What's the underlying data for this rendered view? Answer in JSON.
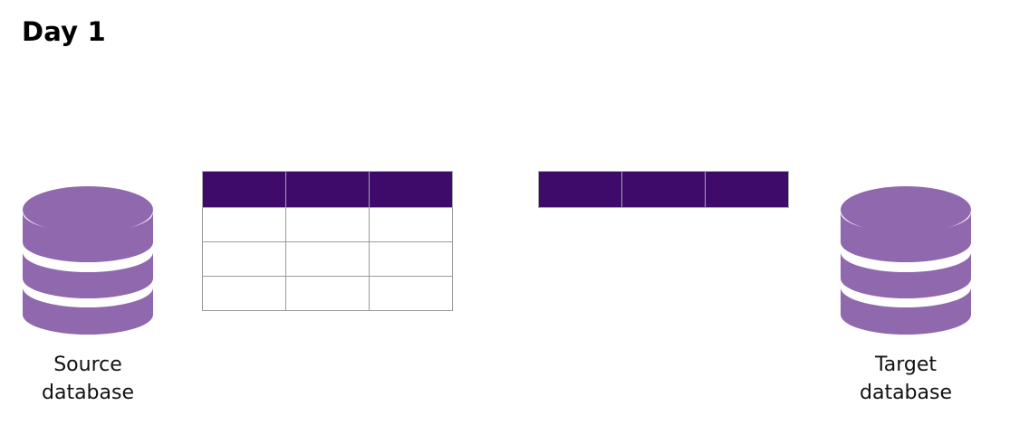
{
  "title": "Day 1",
  "colors": {
    "database": "#9068ad",
    "table_header": "#3e0b6a",
    "table_border": "#9a9a9a"
  },
  "source": {
    "icon": "database-icon",
    "label_line1": "Source",
    "label_line2": "database",
    "table": {
      "columns": 3,
      "header_rows": 1,
      "body_rows": 3
    }
  },
  "target": {
    "icon": "database-icon",
    "label_line1": "Target",
    "label_line2": "database",
    "table": {
      "columns": 3,
      "header_rows": 1,
      "body_rows": 0
    }
  }
}
